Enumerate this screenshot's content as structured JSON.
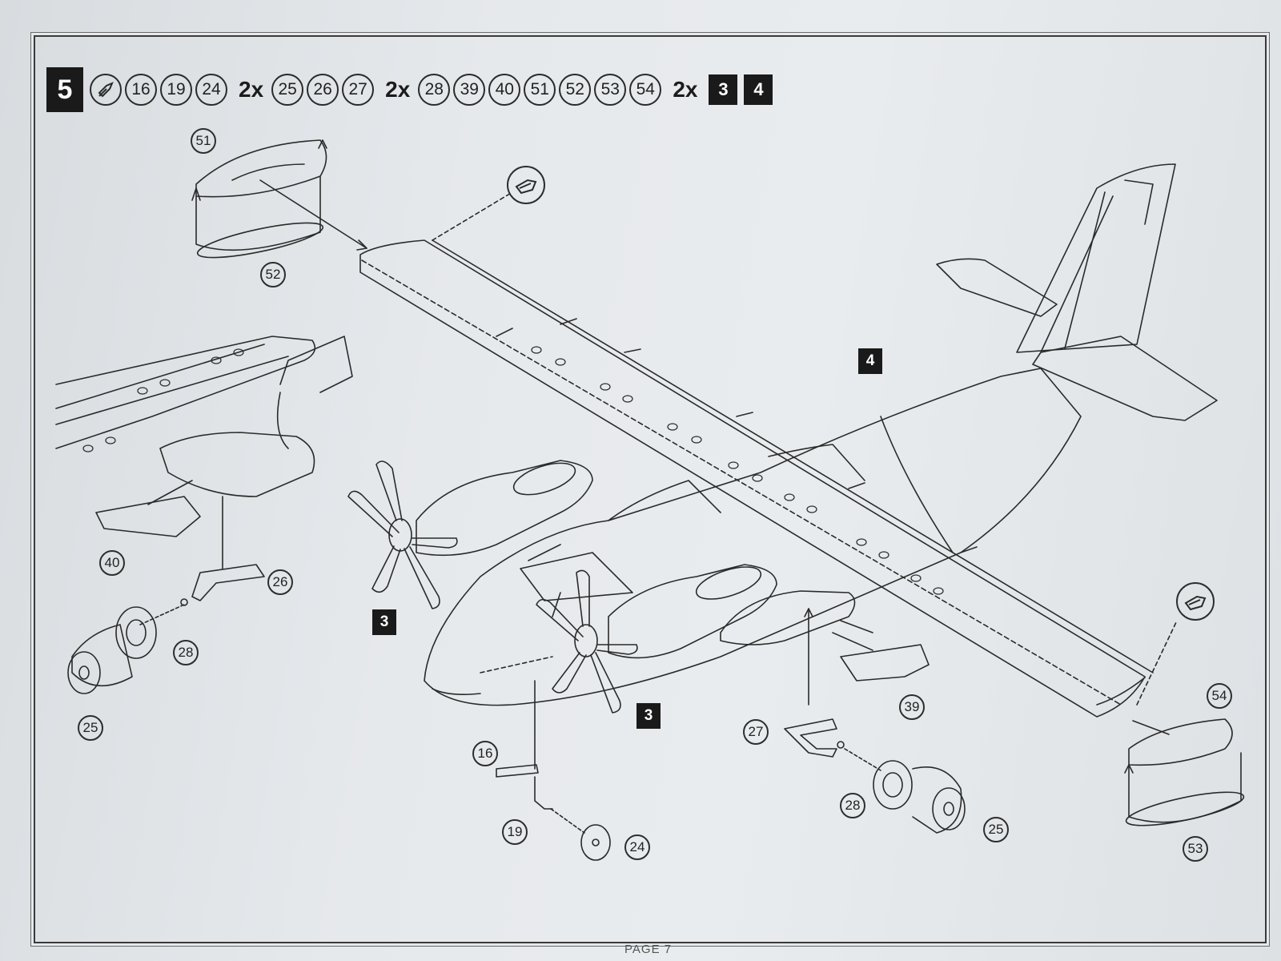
{
  "header": {
    "step_number": "5",
    "glue_icon": "cement-tube-icon",
    "parts": [
      {
        "label": "16"
      },
      {
        "label": "19"
      },
      {
        "label": "24"
      },
      {
        "qty": "2x"
      },
      {
        "label": "25"
      },
      {
        "label": "26"
      },
      {
        "label": "27"
      },
      {
        "qty": "2x"
      },
      {
        "label": "28"
      },
      {
        "label": "39"
      },
      {
        "label": "40"
      },
      {
        "label": "51"
      },
      {
        "label": "52"
      },
      {
        "label": "53"
      },
      {
        "label": "54"
      },
      {
        "qty": "2x"
      },
      {
        "subassembly": "3"
      },
      {
        "subassembly": "4"
      }
    ]
  },
  "callouts": {
    "p51": "51",
    "p52": "52",
    "p40": "40",
    "p26": "26",
    "p28_left": "28",
    "p25_left": "25",
    "p16": "16",
    "p19": "19",
    "p24": "24",
    "p27": "27",
    "p28_right": "28",
    "p25_right": "25",
    "p39": "39",
    "p54": "54",
    "p53": "53"
  },
  "subassembly_tags": {
    "fuselage": "4",
    "left_engine": "3",
    "right_engine": "3"
  },
  "detail_icons": [
    "wingtip-detail-icon",
    "wingtip-detail-icon"
  ],
  "footer": {
    "page_label": "PAGE 7"
  },
  "colors": {
    "ink": "#2a2a2a",
    "paper": "#e6e9ec",
    "label_fill": "#1a1a1a"
  }
}
